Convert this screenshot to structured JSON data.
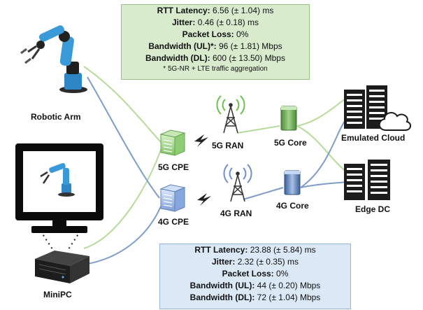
{
  "stats_5g": {
    "rtt_label": "RTT Latency:",
    "rtt_value": "6.56 (± 1.04) ms",
    "jitter_label": "Jitter:",
    "jitter_value": "0.46 (± 0.18) ms",
    "loss_label": "Packet Loss:",
    "loss_value": "0%",
    "bw_ul_label": "Bandwidth (UL)*:",
    "bw_ul_value": "96 (± 1.81) Mbps",
    "bw_dl_label": "Bandwidth (DL):",
    "bw_dl_value": "600 (± 13.50) Mbps",
    "footnote": "* 5G-NR + LTE traffic aggregation"
  },
  "stats_4g": {
    "rtt_label": "RTT Latency:",
    "rtt_value": "23.88 (± 5.84) ms",
    "jitter_label": "Jitter:",
    "jitter_value": "2.32 (± 0.35) ms",
    "loss_label": "Packet Loss:",
    "loss_value": "0%",
    "bw_ul_label": "Bandwidth (UL):",
    "bw_ul_value": "44 (± 0.20) Mbps",
    "bw_dl_label": "Bandwidth (DL):",
    "bw_dl_value": "72 (± 1.04) Mbps"
  },
  "nodes": {
    "robotic_arm": "Robotic Arm",
    "minipc": "MiniPC",
    "cpe_5g": "5G CPE",
    "cpe_4g": "4G CPE",
    "ran_5g": "5G RAN",
    "ran_4g": "4G RAN",
    "core_5g": "5G Core",
    "core_4g": "4G Core",
    "emulated_cloud": "Emulated Cloud",
    "edge_dc": "Edge DC"
  },
  "colors": {
    "link_5g": "#b5dc9a",
    "link_4g": "#7d9cc9",
    "box_5g": "#d8ebcd",
    "box_4g": "#dbe8f6"
  },
  "icons": [
    "robot-arm-icon",
    "monitor-icon",
    "minipc-icon",
    "cpe-5g-icon",
    "cpe-4g-icon",
    "antenna-icon",
    "server-icon",
    "datacenter-icon",
    "cloud-icon",
    "wireless-bolt-icon"
  ]
}
